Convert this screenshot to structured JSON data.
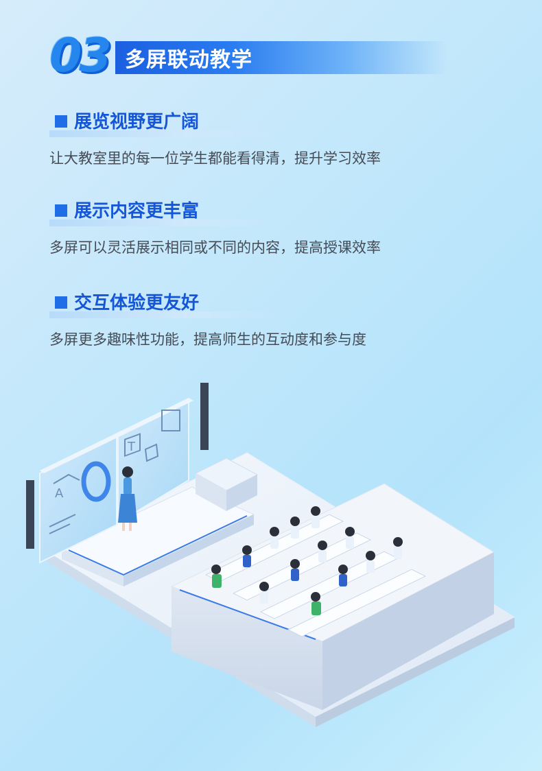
{
  "header": {
    "number": "03",
    "title": "多屏联动教学"
  },
  "sections": [
    {
      "title": "展览视野更广阔",
      "desc": "让大教室里的每一位学生都能看得清，提升学习效率"
    },
    {
      "title": "展示内容更丰富",
      "desc": "多屏可以灵活展示相同或不同的内容，提高授课效率"
    },
    {
      "title": "交互体验更友好",
      "desc": "多屏更多趣味性功能，提高师生的互动度和参与度"
    }
  ],
  "illustration": {
    "board_letter_a": "A",
    "board_letter_t": "T"
  },
  "colors": {
    "accent": "#1f6ee8",
    "title_blue": "#1556d8",
    "text": "#444b55"
  }
}
